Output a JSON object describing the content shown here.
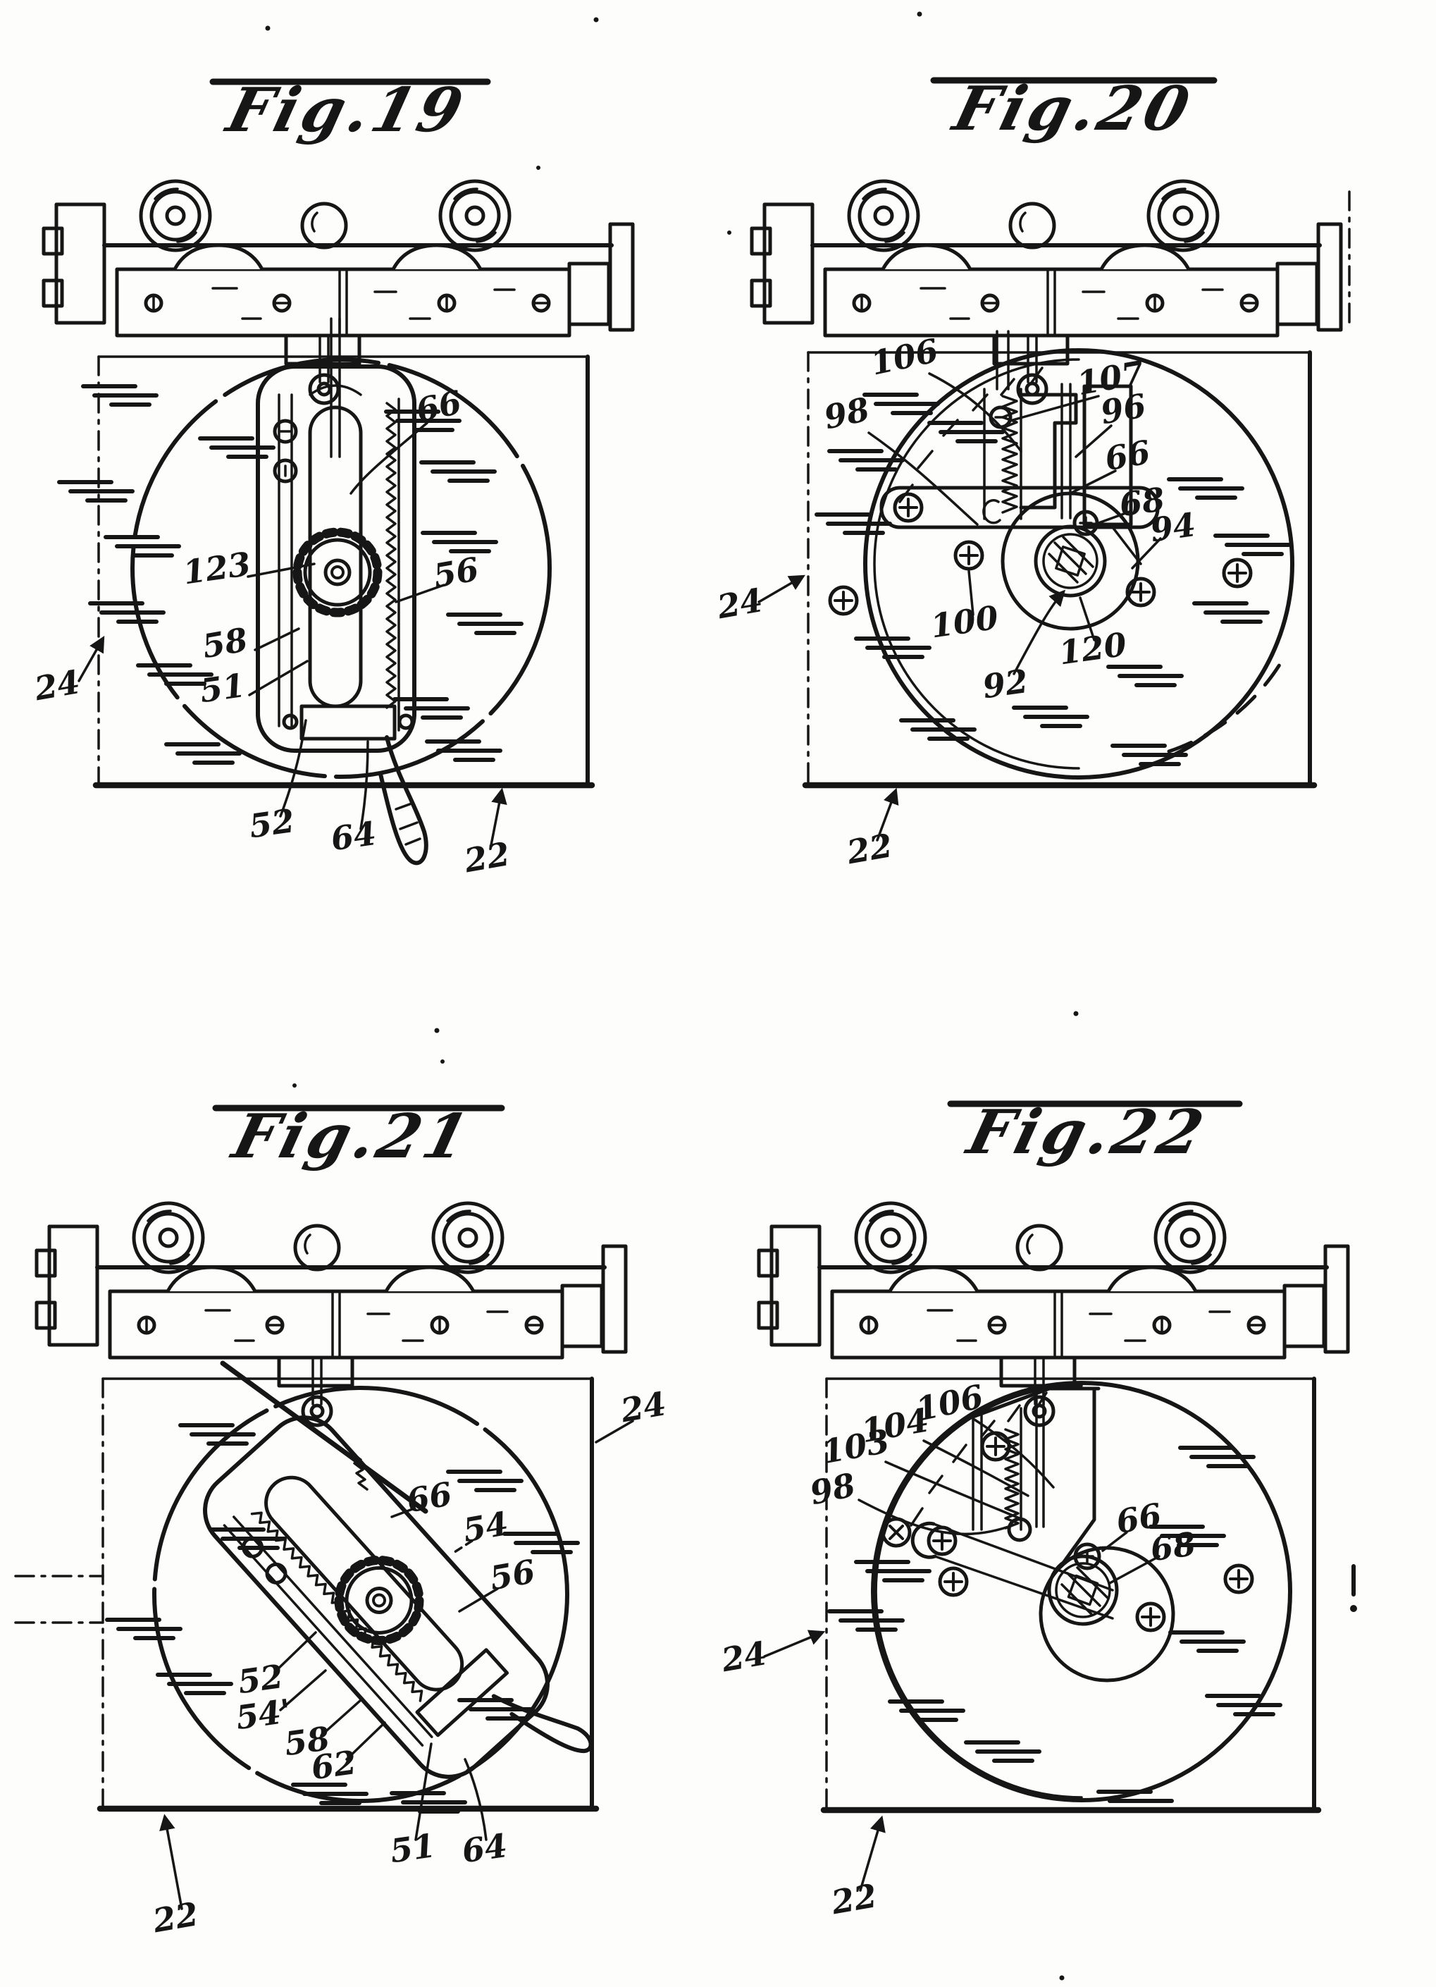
{
  "page": {
    "type": "patent-drawing-sheet",
    "paper_color": "#fdfdfb",
    "ink_color": "#161616",
    "layout": "2x2 figures"
  },
  "figures": [
    {
      "id": "fig-19",
      "title": "Fig.19",
      "description": "Carriage assembly over panel with circular opening and vertical rack-and-gear gauge mechanism",
      "labels": [
        {
          "ref": "66"
        },
        {
          "ref": "123"
        },
        {
          "ref": "56"
        },
        {
          "ref": "58"
        },
        {
          "ref": "51"
        },
        {
          "ref": "24"
        },
        {
          "ref": "52"
        },
        {
          "ref": "64"
        },
        {
          "ref": "22"
        }
      ]
    },
    {
      "id": "fig-20",
      "title": "Fig.20",
      "description": "Carriage assembly over panel with disc, spring latch bracket and central hub",
      "labels": [
        {
          "ref": "106"
        },
        {
          "ref": "107"
        },
        {
          "ref": "96"
        },
        {
          "ref": "98"
        },
        {
          "ref": "66"
        },
        {
          "ref": "68"
        },
        {
          "ref": "94"
        },
        {
          "ref": "24"
        },
        {
          "ref": "100"
        },
        {
          "ref": "120"
        },
        {
          "ref": "92"
        },
        {
          "ref": "22"
        }
      ]
    },
    {
      "id": "fig-21",
      "title": "Fig.21",
      "description": "Carriage assembly over panel with tilted rack-and-gear gauge mechanism and pointer",
      "labels": [
        {
          "ref": "24"
        },
        {
          "ref": "66"
        },
        {
          "ref": "54"
        },
        {
          "ref": "56"
        },
        {
          "ref": "52"
        },
        {
          "ref": "54'"
        },
        {
          "ref": "58"
        },
        {
          "ref": "62"
        },
        {
          "ref": "51"
        },
        {
          "ref": "64"
        },
        {
          "ref": "22"
        }
      ]
    },
    {
      "id": "fig-22",
      "title": "Fig.22",
      "description": "Carriage assembly over panel with disc, spring bracket, pivot arm and hub",
      "labels": [
        {
          "ref": "106"
        },
        {
          "ref": "104"
        },
        {
          "ref": "103"
        },
        {
          "ref": "98"
        },
        {
          "ref": "66"
        },
        {
          "ref": "68"
        },
        {
          "ref": "24"
        },
        {
          "ref": "22"
        }
      ]
    }
  ]
}
